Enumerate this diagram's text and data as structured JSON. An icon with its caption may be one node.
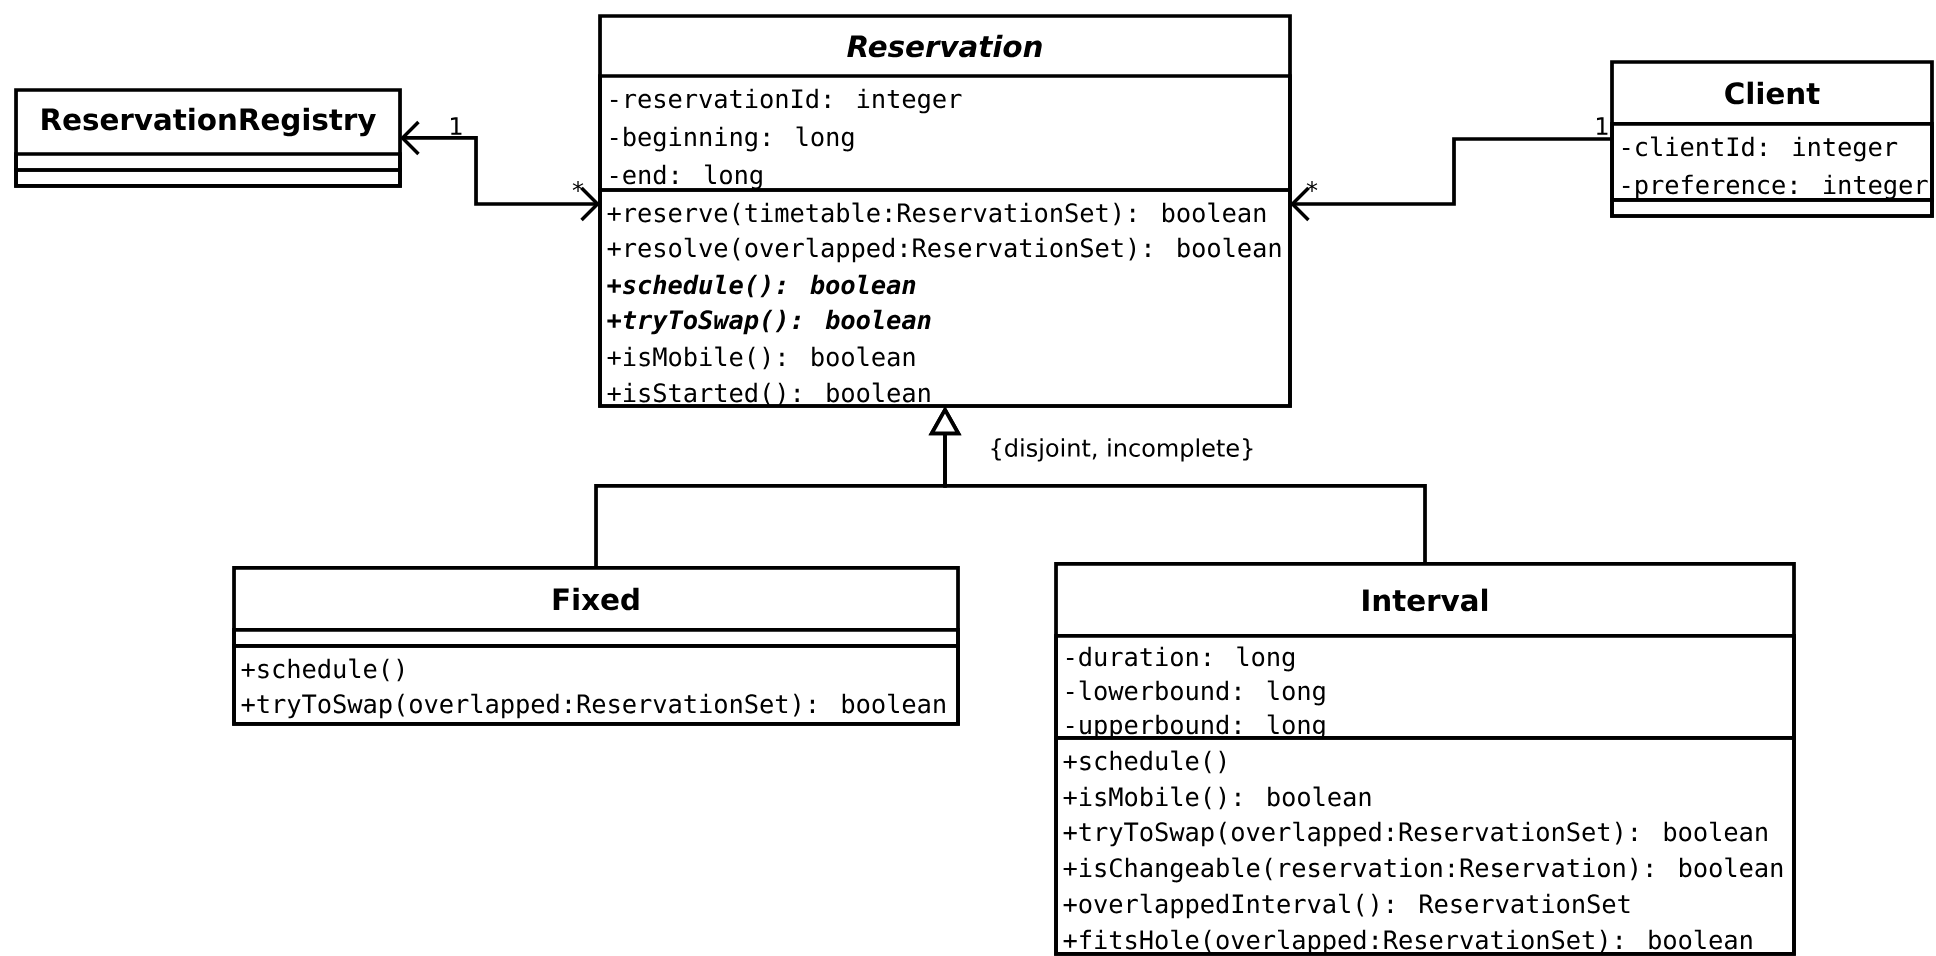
{
  "diagram": {
    "nodes": [
      {
        "text": [
          "ReservationRegistry"
        ]
      },
      {
        "text": [],
        "shape": "box",
        "in": 0
      },
      {
        "text": [],
        "shape": "box",
        "in": 0
      },
      {
        "text": [
          "Reservation"
        ]
      },
      {
        "text": [
          "-reservationId: integer",
          "-beginning: long",
          "-end: long"
        ],
        "in": 3
      },
      {
        "text": [
          "+reserve(timetable:ReservationSet): boolean",
          "+resolve(overlapped:ReservationSet): boolean",
          "+schedule(): boolean",
          "+tryToSwap(): boolean",
          "+isMobile(): boolean",
          "+isStarted(): boolean"
        ],
        "in": 3
      },
      {
        "text": [
          "Client"
        ]
      },
      {
        "text": [
          "-clientId: integer",
          "-preference: integer"
        ],
        "in": 6
      },
      {
        "text": [],
        "shape": "box",
        "in": 6
      },
      {
        "text": [
          "Fixed"
        ]
      },
      {
        "text": [],
        "shape": "box",
        "in": 9
      },
      {
        "text": [
          "+schedule()",
          "+tryToSwap(overlapped:ReservationSet): boolean"
        ],
        "in": 9
      },
      {
        "text": [
          "Interval"
        ]
      },
      {
        "text": [
          "-duration: long",
          "-lowerbound: long",
          "-upperbound: long"
        ],
        "in": 12
      },
      {
        "text": [
          "+schedule()",
          "+isMobile(): boolean",
          "+tryToSwap(overlapped:ReservationSet): boolean",
          "+isChangeable(reservation:Reservation): boolean",
          "+overlappedInterval(): ReservationSet",
          "+fitsHole(overlapped:ReservationSet): boolean"
        ],
        "in": 12
      }
    ],
    "edges": [
      {
        "from": 0,
        "to": 3,
        "arrow": "both"
      },
      {
        "from": 6,
        "to": 3,
        "arrow": "to"
      },
      {
        "from": 9,
        "to": 3,
        "arrow": "to"
      },
      {
        "from": 12,
        "to": 3,
        "arrow": "to"
      }
    ],
    "labels": [
      "1",
      "*",
      "1",
      "*",
      "{disjoint, incomplete}"
    ]
  }
}
